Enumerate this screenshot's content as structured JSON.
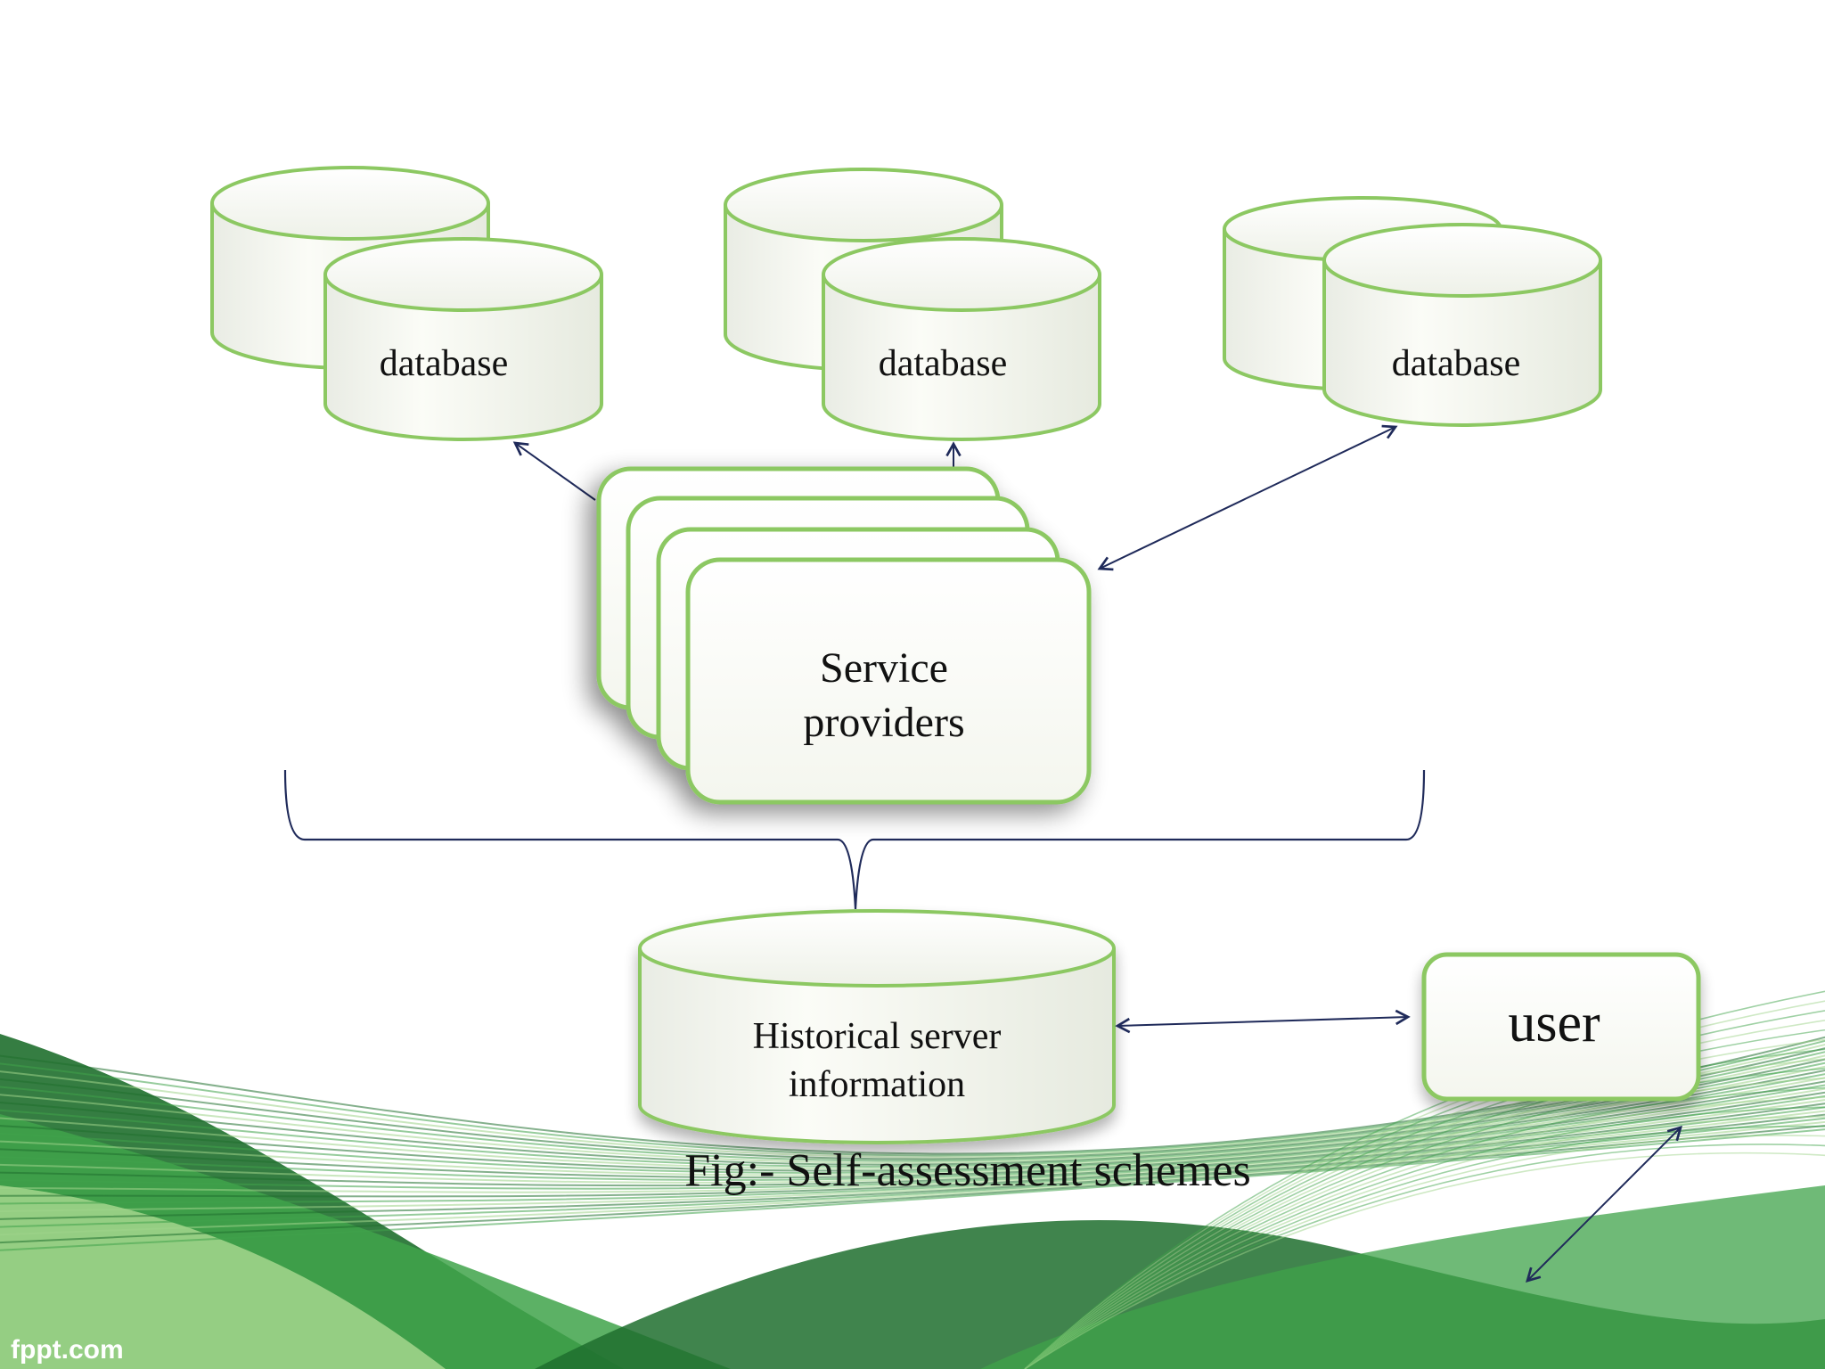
{
  "colors": {
    "shape_border": "#8cc862",
    "shape_fill": "#fbfcf6",
    "arrow": "#1f2a5a",
    "wave_dark": "#1f6f2e",
    "wave_mid": "#3fa34a",
    "wave_light": "#9ed38a"
  },
  "diagram": {
    "databases": [
      {
        "label": "database"
      },
      {
        "label": "database"
      },
      {
        "label": "database"
      }
    ],
    "service": {
      "label_line1": "Service",
      "label_line2": "providers"
    },
    "historical": {
      "label_line1": "Historical server",
      "label_line2": "information"
    },
    "user": {
      "label": "user"
    },
    "caption": "Fig:- Self-assessment schemes"
  },
  "footer": {
    "brand": "fppt.com"
  }
}
